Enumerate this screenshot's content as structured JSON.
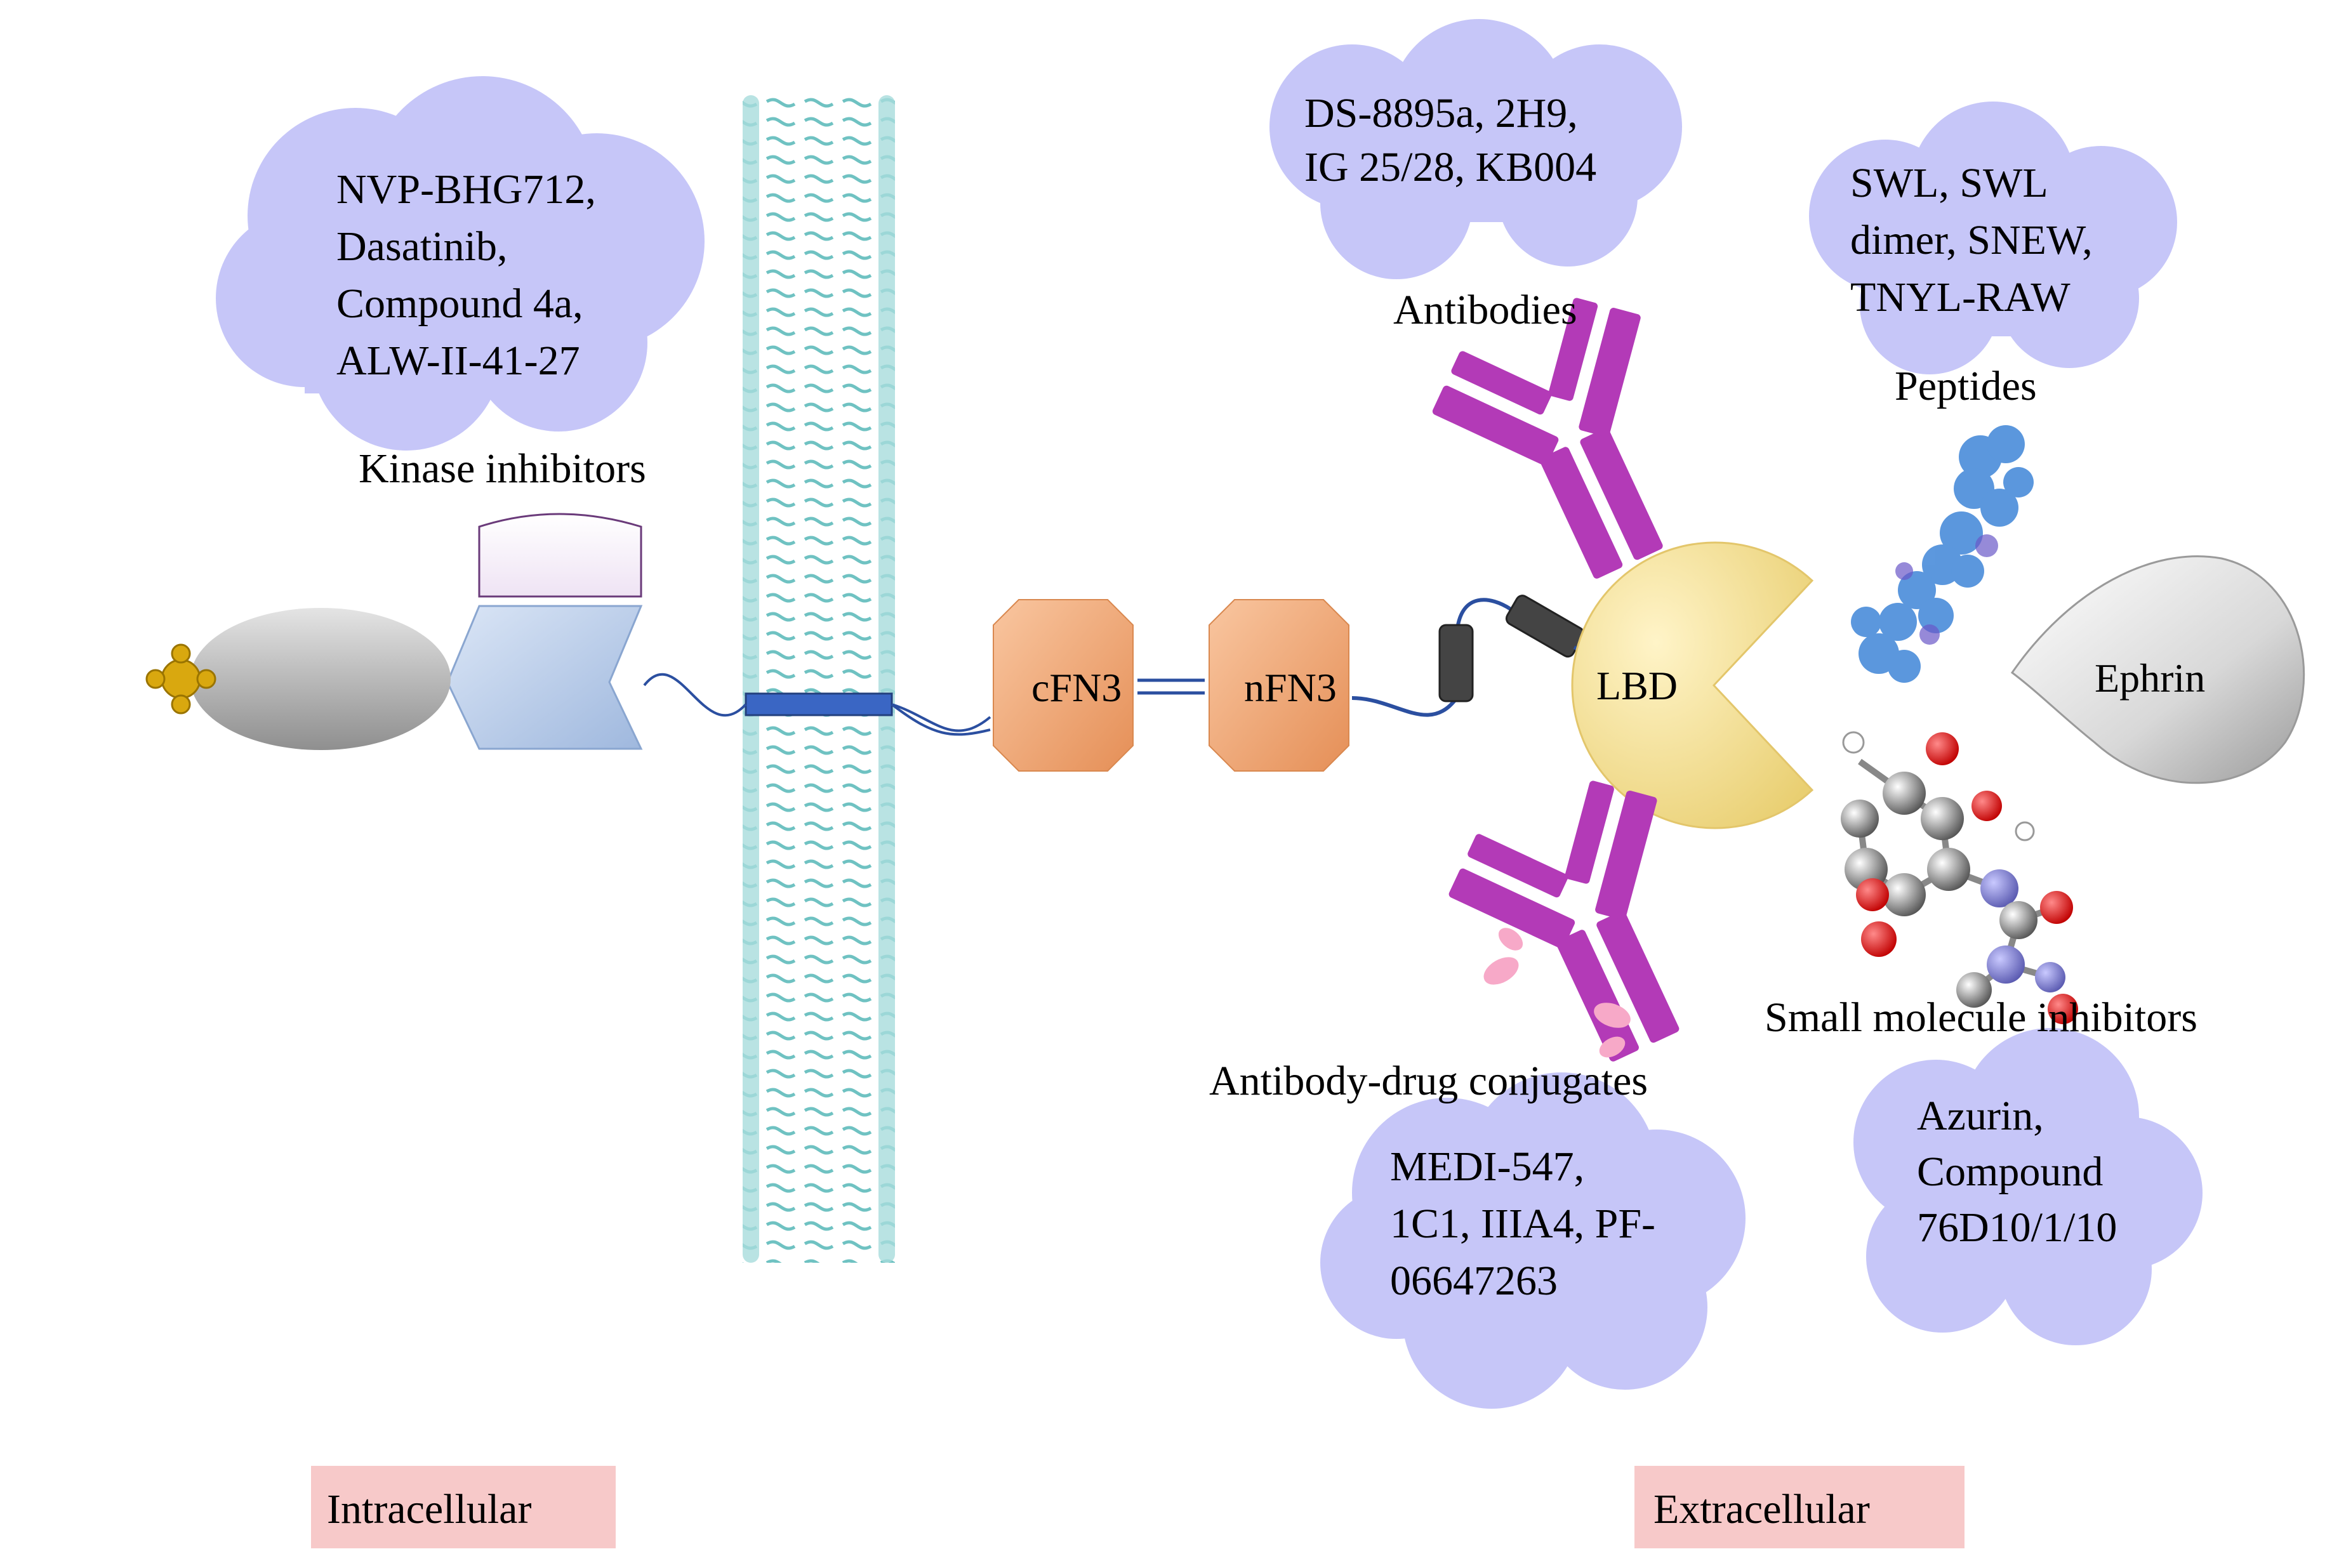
{
  "colors": {
    "cloud": "#c6c6f8",
    "membrane": "#8fd3d3",
    "fn3": "#f1a775",
    "kinase_block": "#bcd0ec",
    "antibody": "#b33ab7",
    "lbd": "#f5e29a",
    "region_label": "#f7c9c9",
    "linker": "#2b4fa0"
  },
  "clouds": {
    "kinase": [
      "NVP-BHG712,",
      "Dasatinib,",
      "Compound 4a,",
      "ALW-II-41-27"
    ],
    "antibodies": [
      "DS-8895a, 2H9,",
      "IG 25/28, KB004"
    ],
    "peptides": [
      "SWL,  SWL",
      "dimer,  SNEW,",
      "TNYL-RAW"
    ],
    "adc": [
      "MEDI-547,",
      "1C1, IIIA4,  PF-",
      "06647263"
    ],
    "small": [
      "Azurin,",
      "Compound",
      "76D10/1/10"
    ]
  },
  "labels": {
    "kinase_inhibitors": "Kinase  inhibitors",
    "antibodies": "Antibodies",
    "peptides": "Peptides",
    "adc": "Antibody-drug  conjugates",
    "small_molecule": "Small molecule  inhibitors",
    "cfn3": "cFN3",
    "nfn3": "nFN3",
    "lbd": "LBD",
    "ephrin": "Ephrin",
    "intracellular": "Intracellular",
    "extracellular": "Extracellular"
  },
  "icons": [
    "cloud-shape",
    "membrane-helix",
    "antibody-y-shape",
    "pacman-lbd",
    "teardrop-ephrin",
    "peptide-blob",
    "molecule-balls",
    "kinase-chevron"
  ]
}
